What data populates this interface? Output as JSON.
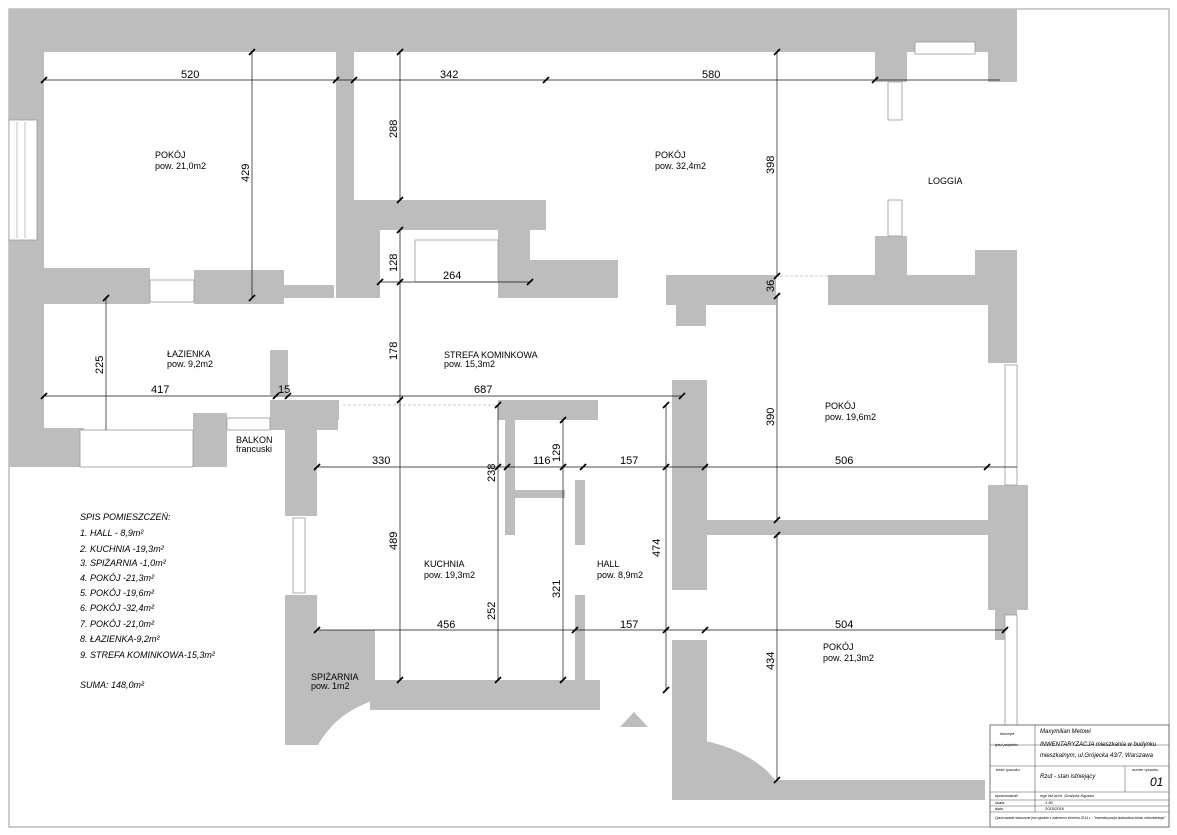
{
  "rooms": {
    "pokoj1_name": "POKÓJ",
    "pokoj1_area": "pow. 21,0m2",
    "pokoj2_name": "POKÓJ",
    "pokoj2_area": "pow. 32,4m2",
    "loggia": "LOGGIA",
    "lazienka_name": "ŁAZIENKA",
    "lazienka_area": "pow. 9,2m2",
    "strefa_name": "STREFA KOMINKOWA",
    "strefa_area": "pow. 15,3m2",
    "pokoj3_name": "POKÓJ",
    "pokoj3_area": "pow. 19,6m2",
    "balkon_name": "BALKON",
    "balkon_sub": "francuski",
    "kuchnia_name": "KUCHNIA",
    "kuchnia_area": "pow. 19,3m2",
    "hall_name": "HALL",
    "hall_area": "pow. 8,9m2",
    "spizarnia_name": "SPIŻARNIA",
    "spizarnia_area": "pow. 1m2",
    "pokoj4_name": "POKÓJ",
    "pokoj4_area": "pow. 21,3m2"
  },
  "dimensions": {
    "d520": "520",
    "d342": "342",
    "d580": "580",
    "d288": "288",
    "d429": "429",
    "d398": "398",
    "d128": "128",
    "d264": "264",
    "d36": "36",
    "d225": "225",
    "d178": "178",
    "d417": "417",
    "d15": "15",
    "d687": "687",
    "d390": "390",
    "d330": "330",
    "d238": "238",
    "d116": "116",
    "d129": "129",
    "d157a": "157",
    "d506": "506",
    "d489": "489",
    "d474": "474",
    "d321": "321",
    "d252": "252",
    "d456": "456",
    "d157b": "157",
    "d504": "504",
    "d434": "434"
  },
  "room_list": {
    "header": "SPIS POMIESZCZEŃ:",
    "items": [
      "1. HALL - 8,9m²",
      "2. KUCHNIA -19,3m²",
      "3. SPIŻARNIA -1,0m²",
      "4. POKÓJ -21,3m²",
      "5. POKÓJ -19,6m²",
      "6. POKÓJ -32,4m²",
      "7. POKÓJ -21,0m²",
      "8. ŁAZIENKA-9,2m²",
      "9. STREFA KOMINKOWA-15,3m²"
    ],
    "total": "SUMA: 148,0m²"
  },
  "title_block": {
    "author_label": "koncept",
    "author": "Maxymilian Metowi",
    "project_label": "tytuł projektu",
    "project_line1": "INWENTARYZACJA mieszkania w budynku",
    "project_line2": "mieszkalnym, ul.Grójecka 43/7, Warszawa",
    "drawing_label": "treść rysunku",
    "drawing_title": "Rzut - stan istniejący",
    "number_label": "numer rysunku",
    "number": "01",
    "prepared_label": "opracowanie",
    "prepared_value": "mgr inż.arch. Grażyna Kępska",
    "scale_label": "skala",
    "scale_value": "1:50",
    "date_label": "data",
    "date_value": "2015/2016",
    "footnote": "Opracowanie stworzone jest zgodnie z zakresem zlecenia 2014 r. - \"Inwentaryzacja budowlana lokalu mieszkalnego\""
  }
}
